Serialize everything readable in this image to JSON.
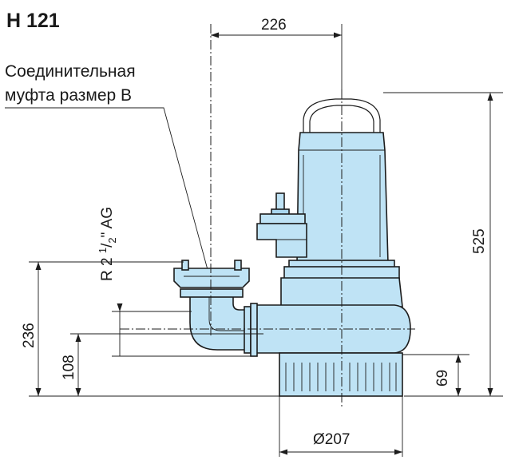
{
  "title": "H 121",
  "coupling_label": {
    "line1": "Соединительная",
    "line2": "муфта размер B"
  },
  "thread_label": {
    "prefix": "R 2 ",
    "numerator": "1",
    "slash": "/",
    "denominator": "2",
    "suffix": "\" AG"
  },
  "dimensions": {
    "width_top": "226",
    "height_total": "525",
    "height_outlet": "236",
    "height_inlet": "108",
    "height_base": "69",
    "diameter": "Ø207"
  },
  "colors": {
    "pump_body": "#bfe3f5",
    "line": "#1c1c1c"
  }
}
